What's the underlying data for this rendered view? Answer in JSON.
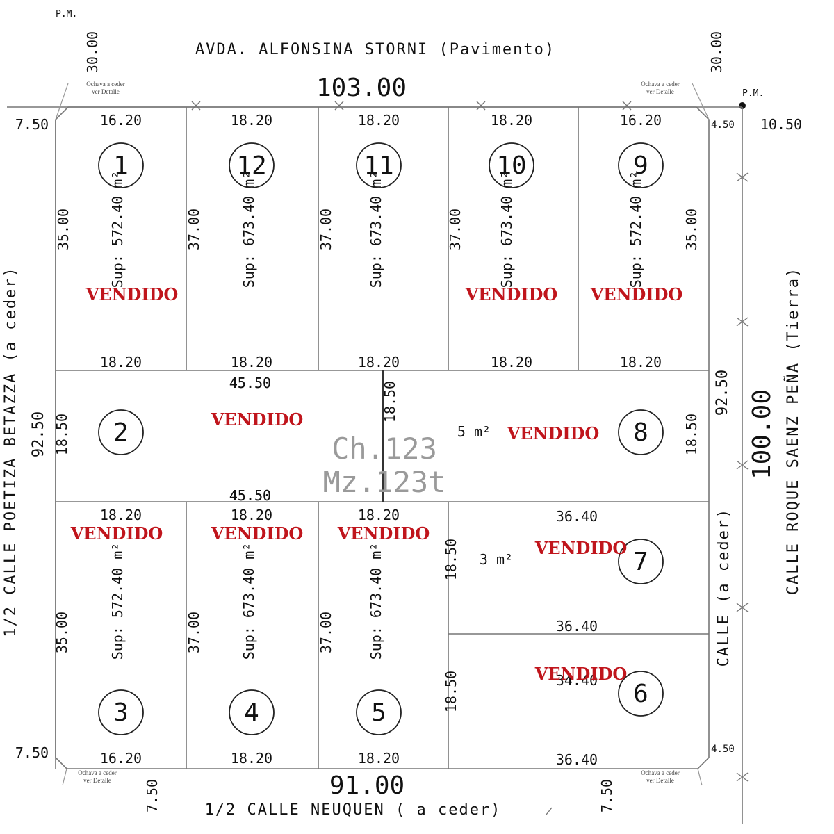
{
  "labels": {
    "pm_top": "P.M.",
    "pm_right": "P.M.",
    "street_top": "AVDA. ALFONSINA STORNI (Pavimento)",
    "street_bottom": "1/2 CALLE NEUQUEN ( a ceder)",
    "street_left": "1/2 CALLE POETIZA BETAZZA (a ceder)",
    "street_right": "CALLE ROQUE SAENZ PEÑA (Tierra)",
    "street_inner": "CALLE (a ceder)",
    "block_ch": "Ch.123",
    "block_mz": "Mz.123t",
    "ochava_note": "Ochava a ceder",
    "ochava_note2": "ver Detalle"
  },
  "dimensions": {
    "top_total": "103.00",
    "bottom_total": "91.00",
    "right_total": "100.00",
    "right_inner": "92.50",
    "left_total": "92.50",
    "corner_tl_v": "30.00",
    "corner_tr_v": "30.00",
    "corner_bl_v": "7.50",
    "corner_br_v": "7.50",
    "corner_tl_h": "7.50",
    "corner_bl_h": "7.50",
    "corner_tr_h": "4.50",
    "corner_br_h": "4.50",
    "right_offset": "10.50",
    "center_v": "18.50"
  },
  "lots": [
    {
      "number": "1",
      "front": "16.20",
      "back": "18.20",
      "side": "35.00",
      "area": "Sup: 572.40 m²",
      "status": "VENDIDO"
    },
    {
      "number": "12",
      "front": "18.20",
      "back": "18.20",
      "side": "37.00",
      "area": "Sup: 673.40 m²",
      "status": ""
    },
    {
      "number": "11",
      "front": "18.20",
      "back": "18.20",
      "side": "37.00",
      "area": "Sup: 673.40 m²",
      "status": ""
    },
    {
      "number": "10",
      "front": "18.20",
      "back": "18.20",
      "side": "37.00",
      "area": "Sup: 673.40 m²",
      "status": "VENDIDO"
    },
    {
      "number": "9",
      "front": "16.20",
      "back": "18.20",
      "side": "35.00",
      "area": "Sup: 572.40 m²",
      "status": "VENDIDO"
    },
    {
      "number": "2",
      "front": "45.50",
      "back": "45.50",
      "side": "18.50",
      "area": "",
      "status": "VENDIDO"
    },
    {
      "number": "8",
      "front": "45.50",
      "back": "45.50",
      "side": "18.50",
      "area": "5 m²",
      "status": "VENDIDO"
    },
    {
      "number": "7",
      "front": "36.40",
      "back": "36.40",
      "side": "18.50",
      "area": "3 m²",
      "status": "VENDIDO"
    },
    {
      "number": "6",
      "front": "34.40",
      "back": "36.40",
      "side": "18.50",
      "area": "",
      "status": "VENDIDO"
    },
    {
      "number": "3",
      "front": "16.20",
      "back": "18.20",
      "side": "35.00",
      "area": "Sup: 572.40 m²",
      "status": "VENDIDO"
    },
    {
      "number": "4",
      "front": "18.20",
      "back": "18.20",
      "side": "37.00",
      "area": "Sup: 673.40 m²",
      "status": "VENDIDO"
    },
    {
      "number": "5",
      "front": "18.20",
      "back": "18.20",
      "side": "37.00",
      "area": "Sup: 673.40 m²",
      "status": "VENDIDO"
    }
  ]
}
